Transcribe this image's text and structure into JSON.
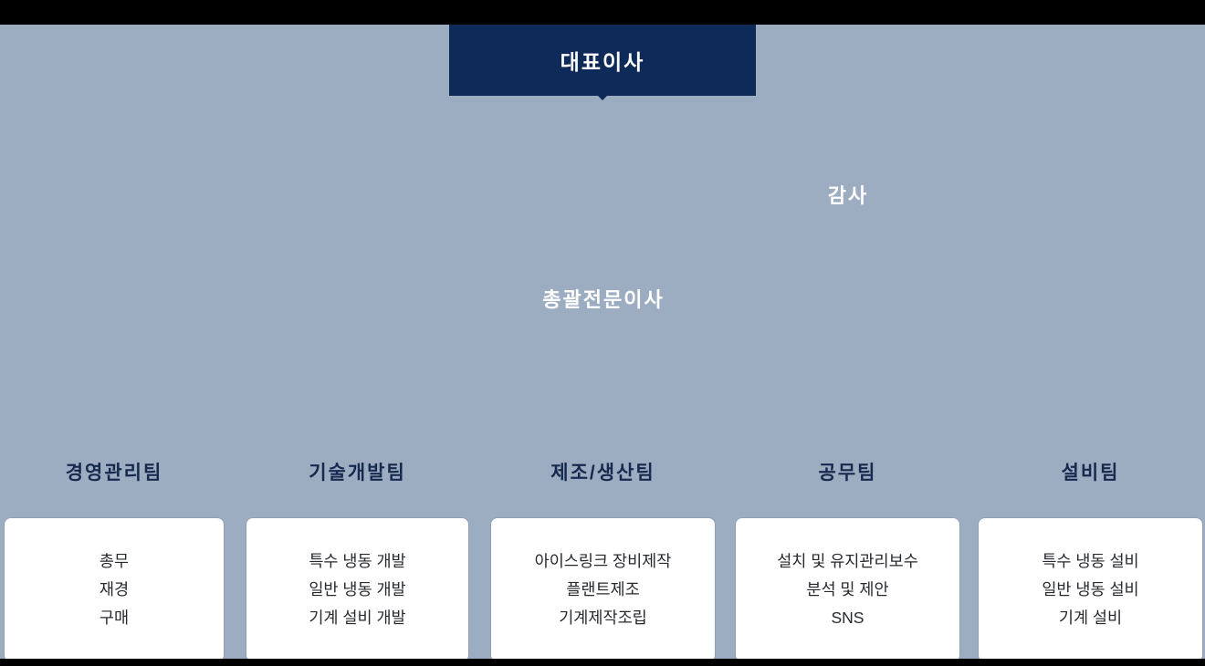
{
  "colors": {
    "background": "#9dadc1",
    "bar": "#000000",
    "ceo_box_bg": "#0e2a58",
    "ceo_text": "#ffffff",
    "label_light": "#ffffff",
    "team_title": "#16294e",
    "card_bg": "#ffffff",
    "card_text": "#26292e"
  },
  "chart": {
    "type": "org-chart",
    "ceo": "대표이사",
    "auditor": "감사",
    "executive_director": "총괄전문이사",
    "teams": [
      {
        "title": "경영관리팀",
        "items": [
          "총무",
          "재경",
          "구매"
        ]
      },
      {
        "title": "기술개발팀",
        "items": [
          "특수 냉동 개발",
          "일반 냉동 개발",
          "기계 설비 개발"
        ]
      },
      {
        "title": "제조/생산팀",
        "items": [
          "아이스링크 장비제작",
          "플랜트제조",
          "기계제작조립"
        ]
      },
      {
        "title": "공무팀",
        "items": [
          "설치 및 유지관리보수",
          "분석 및 제안",
          "SNS"
        ]
      },
      {
        "title": "설비팀",
        "items": [
          "특수 냉동 설비",
          "일반 냉동 설비",
          "기계 설비"
        ]
      }
    ]
  }
}
